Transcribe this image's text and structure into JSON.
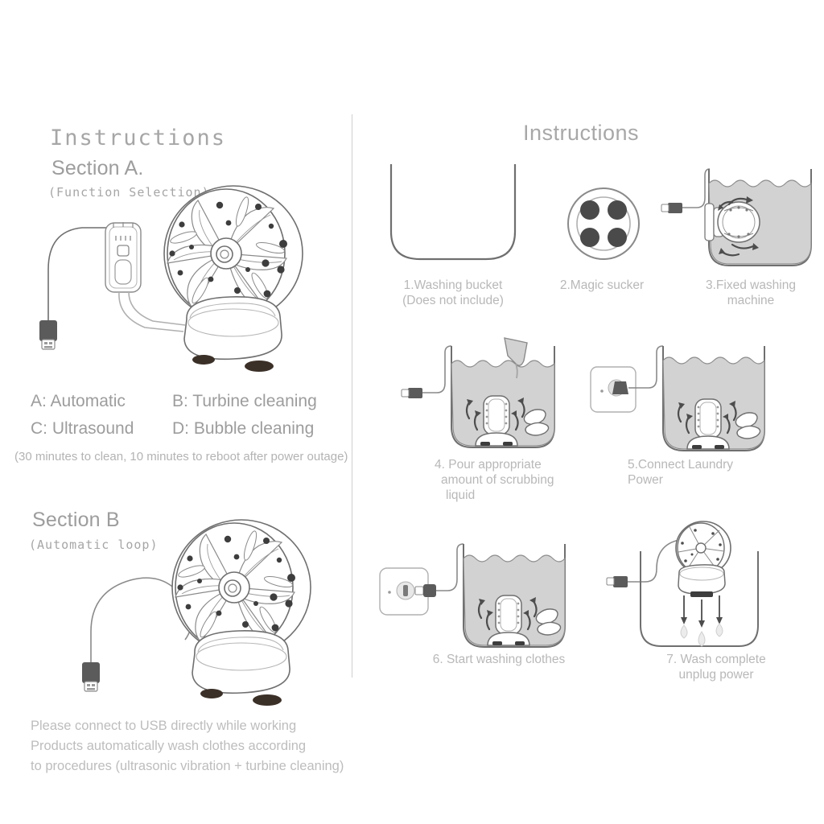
{
  "colors": {
    "ink": "#6f6f6f",
    "text": "#9d9d9d",
    "text_light": "#bdbdbd",
    "divider": "#cfcfcf",
    "water": "#d0d0d0",
    "water_stroke": "#8c8c8c",
    "device_dark": "#5b5b5b",
    "sucker": "#5a5a5a",
    "background": "#ffffff"
  },
  "left_panel": {
    "title": "Instructions",
    "section_a": {
      "heading": "Section A.",
      "subheading": "(Function Selection)",
      "modes": [
        {
          "key": "A",
          "label": "A: Automatic"
        },
        {
          "key": "B",
          "label": "B: Turbine cleaning"
        },
        {
          "key": "C",
          "label": "C: Ultrasound"
        },
        {
          "key": "D",
          "label": "D: Bubble cleaning"
        }
      ],
      "note": "(30 minutes to clean, 10 minutes to reboot after power outage)"
    },
    "section_b": {
      "heading": "Section B",
      "subheading": "(Automatic loop)",
      "paragraph_lines": [
        "Please connect to USB directly while working",
        "Products automatically wash clothes according",
        "to procedures (ultrasonic vibration + turbine cleaning)"
      ]
    }
  },
  "right_panel": {
    "title": "Instructions",
    "steps": [
      {
        "number": "1",
        "caption_lines": [
          "1.Washing bucket",
          "(Does not include)"
        ],
        "icon": "empty-bucket"
      },
      {
        "number": "2",
        "caption_lines": [
          "2.Magic sucker"
        ],
        "icon": "magic-sucker"
      },
      {
        "number": "3",
        "caption_lines": [
          "3.Fixed washing",
          "machine"
        ],
        "icon": "bucket-device-mounted"
      },
      {
        "number": "4",
        "caption_lines": [
          "4. Pour appropriate",
          "amount of scrubbing",
          "liquid"
        ],
        "icon": "bucket-pour-liquid"
      },
      {
        "number": "5",
        "caption_lines": [
          "5.Connect Laundry",
          "Power"
        ],
        "icon": "bucket-connect-power"
      },
      {
        "number": "6",
        "caption_lines": [
          "6. Start washing clothes"
        ],
        "icon": "bucket-washing"
      },
      {
        "number": "7",
        "caption_lines": [
          "7. Wash complete",
          "unplug power"
        ],
        "icon": "bucket-dripping-device"
      }
    ]
  }
}
